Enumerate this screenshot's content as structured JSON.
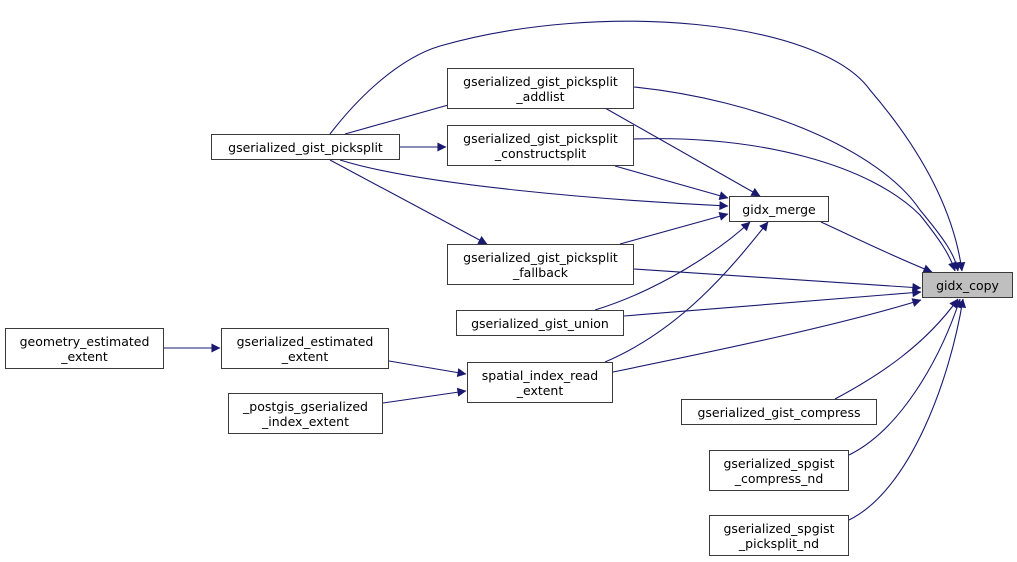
{
  "diagram": {
    "type": "doxygen-caller-graph",
    "edge_color": "#191970",
    "focus_fill": "#bfbfbf",
    "nodes": {
      "gidx_copy": {
        "label": "gidx_copy",
        "focus": true
      },
      "gidx_merge": {
        "label": "gidx_merge"
      },
      "picksplit": {
        "label": "gserialized_gist_picksplit"
      },
      "addlist": {
        "label": "gserialized_gist_picksplit\n_addlist"
      },
      "constructsplit": {
        "label": "gserialized_gist_picksplit\n_constructsplit"
      },
      "fallback": {
        "label": "gserialized_gist_picksplit\n_fallback"
      },
      "union": {
        "label": "gserialized_gist_union"
      },
      "spatial_index_read_extent": {
        "label": "spatial_index_read\n_extent"
      },
      "gserialized_estimated_extent": {
        "label": "gserialized_estimated\n_extent"
      },
      "postgis_gserialized_index_extent": {
        "label": "_postgis_gserialized\n_index_extent"
      },
      "geometry_estimated_extent": {
        "label": "geometry_estimated\n_extent"
      },
      "gist_compress": {
        "label": "gserialized_gist_compress"
      },
      "spgist_compress_nd": {
        "label": "gserialized_spgist\n_compress_nd"
      },
      "spgist_picksplit_nd": {
        "label": "gserialized_spgist\n_picksplit_nd"
      }
    },
    "edges": [
      {
        "from": "picksplit",
        "to": "gidx_copy"
      },
      {
        "from": "picksplit",
        "to": "addlist"
      },
      {
        "from": "picksplit",
        "to": "constructsplit"
      },
      {
        "from": "picksplit",
        "to": "gidx_merge"
      },
      {
        "from": "picksplit",
        "to": "fallback"
      },
      {
        "from": "addlist",
        "to": "gidx_copy"
      },
      {
        "from": "addlist",
        "to": "gidx_merge"
      },
      {
        "from": "constructsplit",
        "to": "gidx_copy"
      },
      {
        "from": "constructsplit",
        "to": "gidx_merge"
      },
      {
        "from": "fallback",
        "to": "gidx_merge"
      },
      {
        "from": "fallback",
        "to": "gidx_copy"
      },
      {
        "from": "union",
        "to": "gidx_merge"
      },
      {
        "from": "union",
        "to": "gidx_copy"
      },
      {
        "from": "spatial_index_read_extent",
        "to": "gidx_merge"
      },
      {
        "from": "spatial_index_read_extent",
        "to": "gidx_copy"
      },
      {
        "from": "gserialized_estimated_extent",
        "to": "spatial_index_read_extent"
      },
      {
        "from": "postgis_gserialized_index_extent",
        "to": "spatial_index_read_extent"
      },
      {
        "from": "geometry_estimated_extent",
        "to": "gserialized_estimated_extent"
      },
      {
        "from": "gidx_merge",
        "to": "gidx_copy"
      },
      {
        "from": "gist_compress",
        "to": "gidx_copy"
      },
      {
        "from": "spgist_compress_nd",
        "to": "gidx_copy"
      },
      {
        "from": "spgist_picksplit_nd",
        "to": "gidx_copy"
      }
    ]
  }
}
